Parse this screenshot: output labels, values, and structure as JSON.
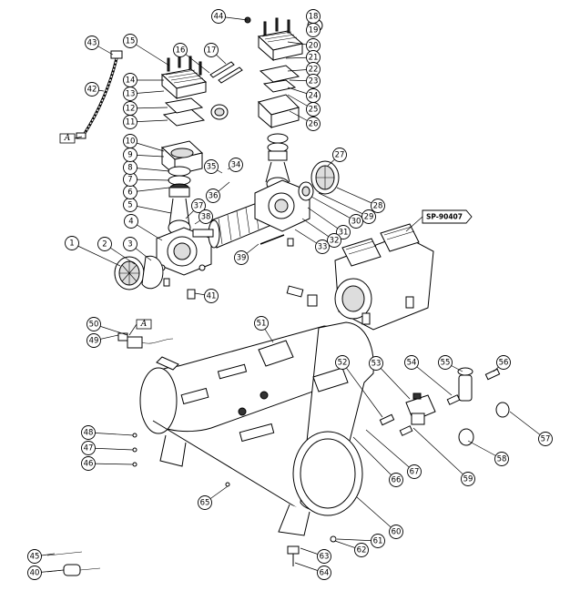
{
  "callouts": [
    {
      "id": "1",
      "label": "1"
    },
    {
      "id": "2",
      "label": "2"
    },
    {
      "id": "3",
      "label": "3"
    },
    {
      "id": "4",
      "label": "4"
    },
    {
      "id": "5",
      "label": "5"
    },
    {
      "id": "6",
      "label": "6"
    },
    {
      "id": "7",
      "label": "7"
    },
    {
      "id": "8",
      "label": "8"
    },
    {
      "id": "9",
      "label": "9"
    },
    {
      "id": "10",
      "label": "10"
    },
    {
      "id": "11",
      "label": "11"
    },
    {
      "id": "12",
      "label": "12"
    },
    {
      "id": "13",
      "label": "13"
    },
    {
      "id": "14",
      "label": "14"
    },
    {
      "id": "15",
      "label": "15"
    },
    {
      "id": "16",
      "label": "16"
    },
    {
      "id": "17",
      "label": "17"
    },
    {
      "id": "18",
      "label": "18"
    },
    {
      "id": "19",
      "label": "19"
    },
    {
      "id": "20",
      "label": "20"
    },
    {
      "id": "21",
      "label": "21"
    },
    {
      "id": "22",
      "label": "22"
    },
    {
      "id": "23",
      "label": "23"
    },
    {
      "id": "24",
      "label": "24"
    },
    {
      "id": "25",
      "label": "25"
    },
    {
      "id": "26",
      "label": "26"
    },
    {
      "id": "27",
      "label": "27"
    },
    {
      "id": "28",
      "label": "28"
    },
    {
      "id": "29",
      "label": "29"
    },
    {
      "id": "30",
      "label": "30"
    },
    {
      "id": "31",
      "label": "31"
    },
    {
      "id": "32",
      "label": "32"
    },
    {
      "id": "33",
      "label": "33"
    },
    {
      "id": "34",
      "label": "34"
    },
    {
      "id": "35",
      "label": "35"
    },
    {
      "id": "36",
      "label": "36"
    },
    {
      "id": "37",
      "label": "37"
    },
    {
      "id": "38",
      "label": "38"
    },
    {
      "id": "39",
      "label": "39"
    },
    {
      "id": "40",
      "label": "40"
    },
    {
      "id": "41",
      "label": "41"
    },
    {
      "id": "42",
      "label": "42"
    },
    {
      "id": "43",
      "label": "43"
    },
    {
      "id": "44",
      "label": "44"
    },
    {
      "id": "45",
      "label": "45"
    },
    {
      "id": "46",
      "label": "46"
    },
    {
      "id": "47",
      "label": "47"
    },
    {
      "id": "48",
      "label": "48"
    },
    {
      "id": "49",
      "label": "49"
    },
    {
      "id": "50",
      "label": "50"
    },
    {
      "id": "51",
      "label": "51"
    },
    {
      "id": "52",
      "label": "52"
    },
    {
      "id": "53",
      "label": "53"
    },
    {
      "id": "54",
      "label": "54"
    },
    {
      "id": "55",
      "label": "55"
    },
    {
      "id": "56",
      "label": "56"
    },
    {
      "id": "57",
      "label": "57"
    },
    {
      "id": "58",
      "label": "58"
    },
    {
      "id": "59",
      "label": "59"
    },
    {
      "id": "60",
      "label": "60"
    },
    {
      "id": "61",
      "label": "61"
    },
    {
      "id": "62",
      "label": "62"
    },
    {
      "id": "63",
      "label": "63"
    },
    {
      "id": "64",
      "label": "64"
    },
    {
      "id": "65",
      "label": "65"
    },
    {
      "id": "66",
      "label": "66"
    },
    {
      "id": "67",
      "label": "67"
    }
  ],
  "ref_marks": [
    {
      "id": "A1",
      "label": "A"
    },
    {
      "id": "A2",
      "label": "A"
    }
  ],
  "assembly_tag": {
    "label": "SP-90407"
  }
}
